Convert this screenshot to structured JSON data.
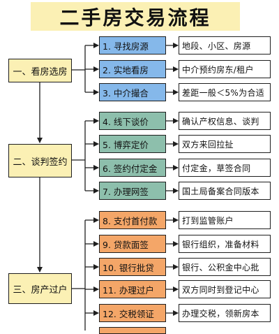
{
  "title": "二手房交易流程",
  "phases": [
    {
      "label": "一、看房选房"
    },
    {
      "label": "二、谈判签约"
    },
    {
      "label": "三、房产过户"
    }
  ],
  "steps": [
    {
      "label": "1. 寻找房源",
      "detail": "地段、小区、房源",
      "color": "#85b8ea"
    },
    {
      "label": "2. 实地看房",
      "detail": "中介预约房东/租户",
      "color": "#85b8ea"
    },
    {
      "label": "3. 中介撮合",
      "detail": "差距一般＜5%为合适",
      "color": "#85b8ea"
    },
    {
      "label": "4. 线下谈价",
      "detail": "确认产权信息、谈判",
      "color": "#8dbfac"
    },
    {
      "label": "5. 博弈定价",
      "detail": "双方来回拉扯",
      "color": "#8dbfac"
    },
    {
      "label": "6. 签约付定金",
      "detail": "付定金，草签合同",
      "color": "#8dbfac"
    },
    {
      "label": "7. 办理网签",
      "detail": "国土局备案合同版本",
      "color": "#8dbfac"
    },
    {
      "label": "8. 支付首付款",
      "detail": "打到监管账户",
      "color": "#f4a668"
    },
    {
      "label": "9. 贷款面签",
      "detail": "银行组织，准备材料",
      "color": "#f4a668"
    },
    {
      "label": "10. 银行批贷",
      "detail": "银行、公积金中心批",
      "color": "#f4a668"
    },
    {
      "label": "11. 办理过户",
      "detail": "双方同时到登记中心",
      "color": "#f4a668"
    },
    {
      "label": "12. 交税领证",
      "detail": "办理交税，领新房本",
      "color": "#f4a668"
    }
  ]
}
